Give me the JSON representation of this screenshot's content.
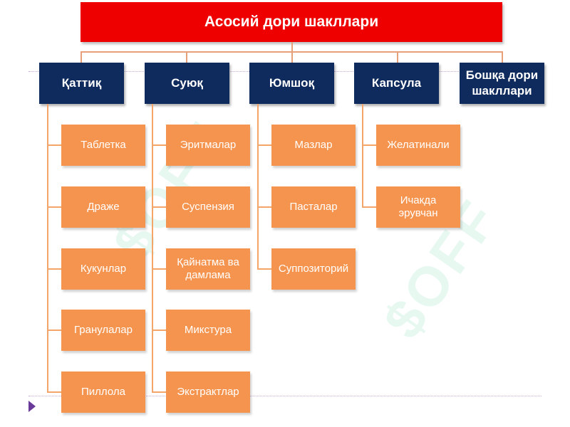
{
  "title": "Асосий дори шакллари",
  "watermark": "$OFF",
  "colors": {
    "title_bg": "#ee0000",
    "category_bg": "#0f2a5c",
    "item_bg": "#f5944e",
    "connector": "#f3a56a"
  },
  "categories": [
    {
      "label": "Қаттиқ",
      "items": [
        "Таблетка",
        "Драже",
        "Кукунлар",
        "Гранулалар",
        "Пиллола"
      ]
    },
    {
      "label": "Суюқ",
      "items": [
        "Эритмалар",
        "Суспензия",
        "Қайнатма ва дамлама",
        "Микстура",
        "Экстрактлар"
      ]
    },
    {
      "label": "Юмшоқ",
      "items": [
        "Мазлар",
        "Пасталар",
        "Суппозиторий"
      ]
    },
    {
      "label": "Капсула",
      "items": [
        "Желатинали",
        "Ичакда эрувчан"
      ]
    },
    {
      "label": "Бошқа дори шакллари",
      "items": []
    }
  ]
}
